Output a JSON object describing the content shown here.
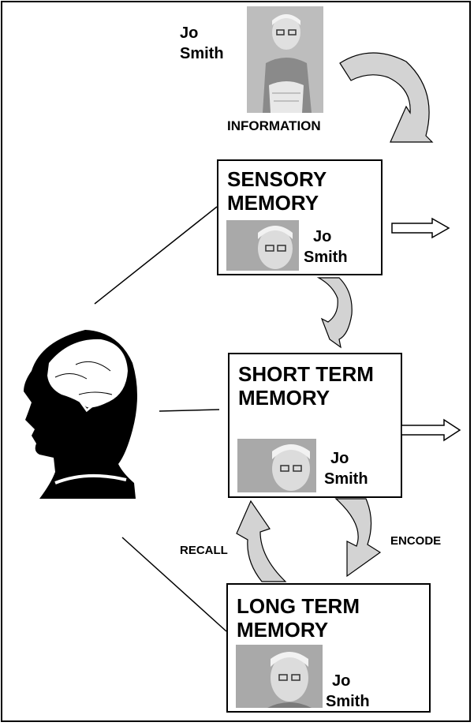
{
  "top_photo": {
    "name_line1": "Jo",
    "name_line2": "Smith",
    "caption": "INFORMATION"
  },
  "sensory": {
    "title": "SENSORY\nMEMORY",
    "name_line1": "Jo",
    "name_line2": "Smith"
  },
  "short_term": {
    "title": "SHORT TERM\nMEMORY",
    "name_line1": "Jo",
    "name_line2": "Smith"
  },
  "long_term": {
    "title": "LONG TERM\nMEMORY",
    "name_line1": "Jo",
    "name_line2": "Smith"
  },
  "labels": {
    "recall": "RECALL",
    "encode": "ENCODE"
  },
  "colors": {
    "arrow_fill": "#d3d3d3",
    "outline": "#000000",
    "background": "#ffffff"
  }
}
